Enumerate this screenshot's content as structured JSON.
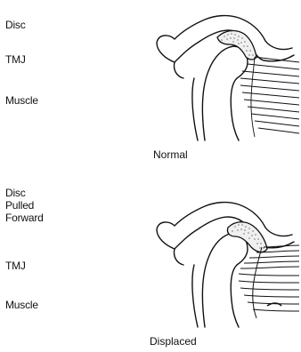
{
  "normal": {
    "labels": {
      "disc": "Disc",
      "tmj": "TMJ",
      "muscle": "Muscle"
    },
    "caption": "Normal"
  },
  "displaced": {
    "labels": {
      "disc_line1": "Disc",
      "disc_line2": "Pulled",
      "disc_line3": "Forward",
      "tmj": "TMJ",
      "muscle": "Muscle"
    },
    "caption": "Displaced"
  }
}
